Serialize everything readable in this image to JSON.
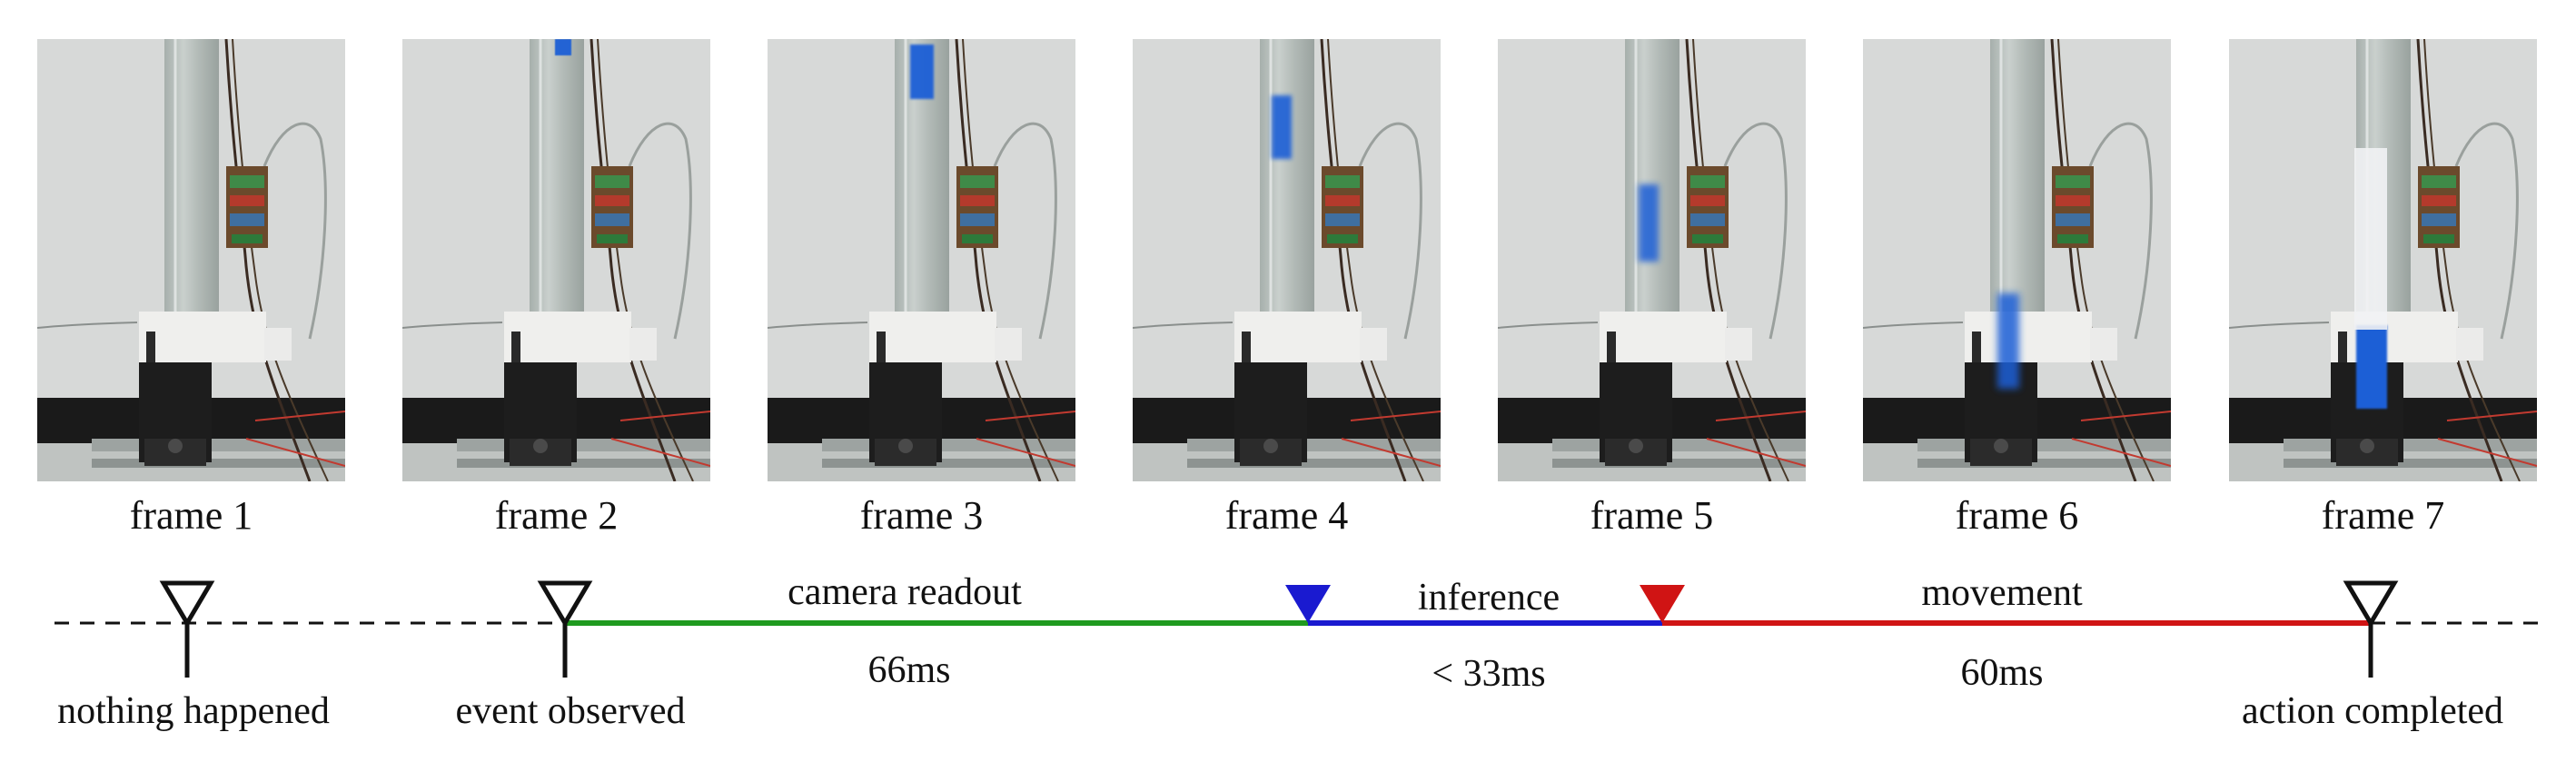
{
  "frames": [
    {
      "label": "frame 1",
      "object_state": "not visible"
    },
    {
      "label": "frame 2",
      "object_state": "entering top"
    },
    {
      "label": "frame 3",
      "object_state": "falling"
    },
    {
      "label": "frame 4",
      "object_state": "falling, blurred"
    },
    {
      "label": "frame 5",
      "object_state": "falling, blurred"
    },
    {
      "label": "frame 6",
      "object_state": "caught by gate"
    },
    {
      "label": "frame 7",
      "object_state": "held"
    }
  ],
  "segments": [
    {
      "name": "camera readout",
      "duration": "66ms",
      "color": "#1f9a1f"
    },
    {
      "name": "inference",
      "duration": "< 33ms",
      "color": "#1a1ad0"
    },
    {
      "name": "movement",
      "duration": "60ms",
      "color": "#d01414"
    }
  ],
  "events": [
    {
      "label": "nothing happened"
    },
    {
      "label": "event observed"
    },
    {
      "label": "action completed"
    }
  ],
  "colors": {
    "baseline": "#111111",
    "object": "#1e5fd6",
    "background_wall": "#d6d8d7"
  }
}
